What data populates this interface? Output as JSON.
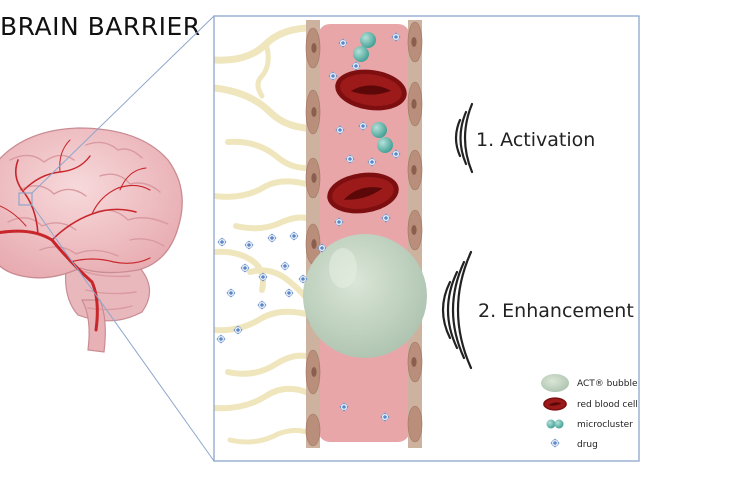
{
  "title": "BRAIN BARRIER",
  "steps": [
    {
      "label": "1. Activation"
    },
    {
      "label": "2. Enhancement"
    }
  ],
  "legend": [
    {
      "label": "ACT® bubble",
      "icon": "bubble-icon"
    },
    {
      "label": "red blood cell",
      "icon": "red-blood-cell-icon"
    },
    {
      "label": "microcluster",
      "icon": "microcluster-icon"
    },
    {
      "label": "drug",
      "icon": "drug-icon"
    }
  ],
  "colors": {
    "frame": "#8fa6cc",
    "vessel": "#e8a6a8",
    "endothelium": "#c2a08c",
    "astrocyte": "#efe6bd",
    "rbc": "#8e1414",
    "bubble": "#bccfbe",
    "microcluster": "#5cb6aa",
    "drug": "#5b86c6",
    "brain": "#f0c2c6",
    "artery": "#c8262b"
  }
}
